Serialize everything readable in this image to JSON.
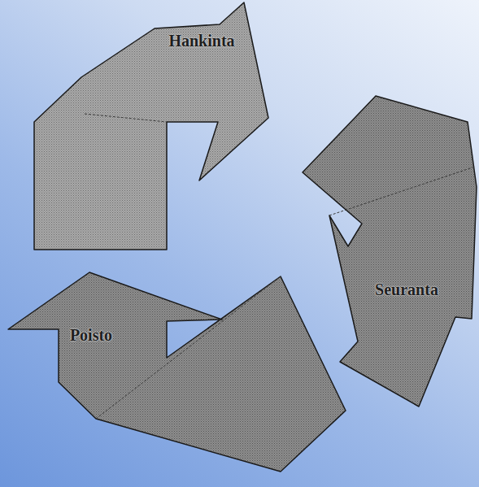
{
  "diagram": {
    "nodes": [
      {
        "text": [
          "Hankinta"
        ]
      },
      {
        "text": [
          "Seuranta"
        ]
      },
      {
        "text": [
          "Poisto"
        ]
      }
    ]
  }
}
